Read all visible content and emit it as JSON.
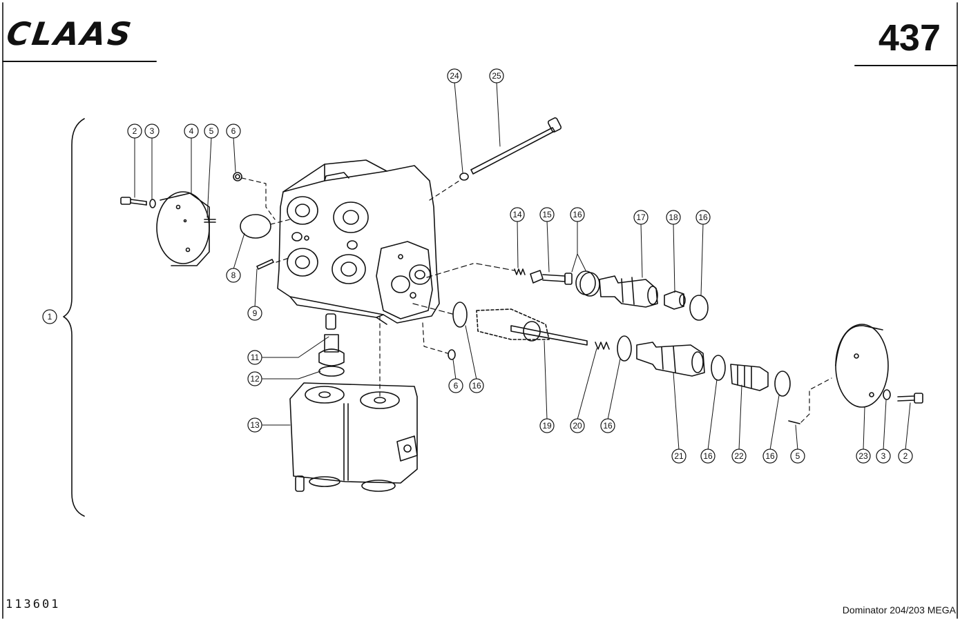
{
  "header": {
    "brand": "CLAAS",
    "page_number": "437"
  },
  "footer": {
    "doc_code": "113601",
    "model": "Dominator 204/203 MEGA"
  },
  "callouts": {
    "c1": "1",
    "c2a": "2",
    "c3a": "3",
    "c4": "4",
    "c5a": "5",
    "c6a": "6",
    "c8": "8",
    "c9": "9",
    "c11": "11",
    "c12": "12",
    "c13": "13",
    "c24": "24",
    "c25": "25",
    "c14": "14",
    "c15": "15",
    "c16a": "16",
    "c17": "17",
    "c18": "18",
    "c16b": "16",
    "c6b": "6",
    "c16c": "16",
    "c19": "19",
    "c20": "20",
    "c16d": "16",
    "c21": "21",
    "c16e": "16",
    "c22": "22",
    "c16f": "16",
    "c5b": "5",
    "c23": "23",
    "c3b": "3",
    "c2b": "2"
  }
}
